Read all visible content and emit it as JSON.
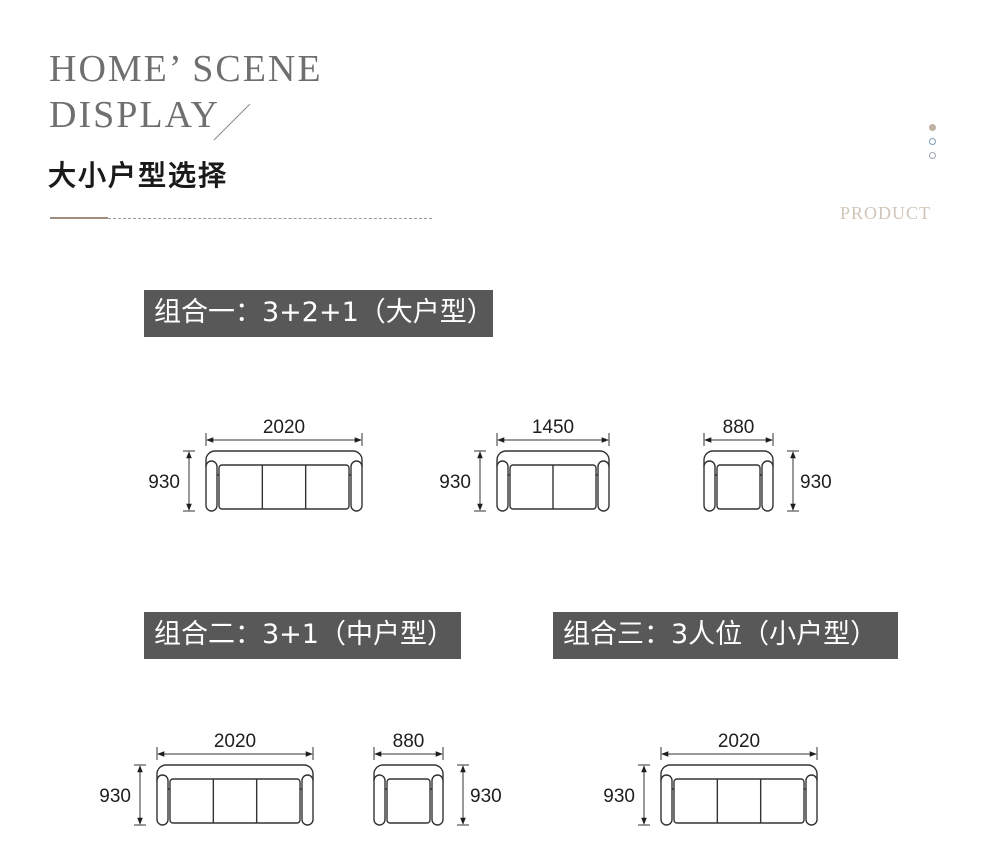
{
  "header": {
    "title_line1": "HOME’ SCENE",
    "title_line2": "DISPLAY",
    "subtitle": "大小户型选择",
    "product_label": "PRODUCT"
  },
  "combos": [
    {
      "label": "组合一：3+2+1（大户型）",
      "sofas": [
        {
          "seats": 3,
          "width": "2020",
          "height": "930",
          "height_side": "left"
        },
        {
          "seats": 2,
          "width": "1450",
          "height": "930",
          "height_side": "left"
        },
        {
          "seats": 1,
          "width": "880",
          "height": "930",
          "height_side": "right"
        }
      ]
    },
    {
      "label": "组合二：3+1（中户型）",
      "sofas": [
        {
          "seats": 3,
          "width": "2020",
          "height": "930",
          "height_side": "left"
        },
        {
          "seats": 1,
          "width": "880",
          "height": "930",
          "height_side": "right"
        }
      ]
    },
    {
      "label": "组合三：3人位（小户型）",
      "sofas": [
        {
          "seats": 3,
          "width": "2020",
          "height": "930",
          "height_side": "left"
        }
      ]
    }
  ],
  "colors": {
    "label_bg": "#585858",
    "accent": "#a08c7d",
    "line": "#333333"
  }
}
